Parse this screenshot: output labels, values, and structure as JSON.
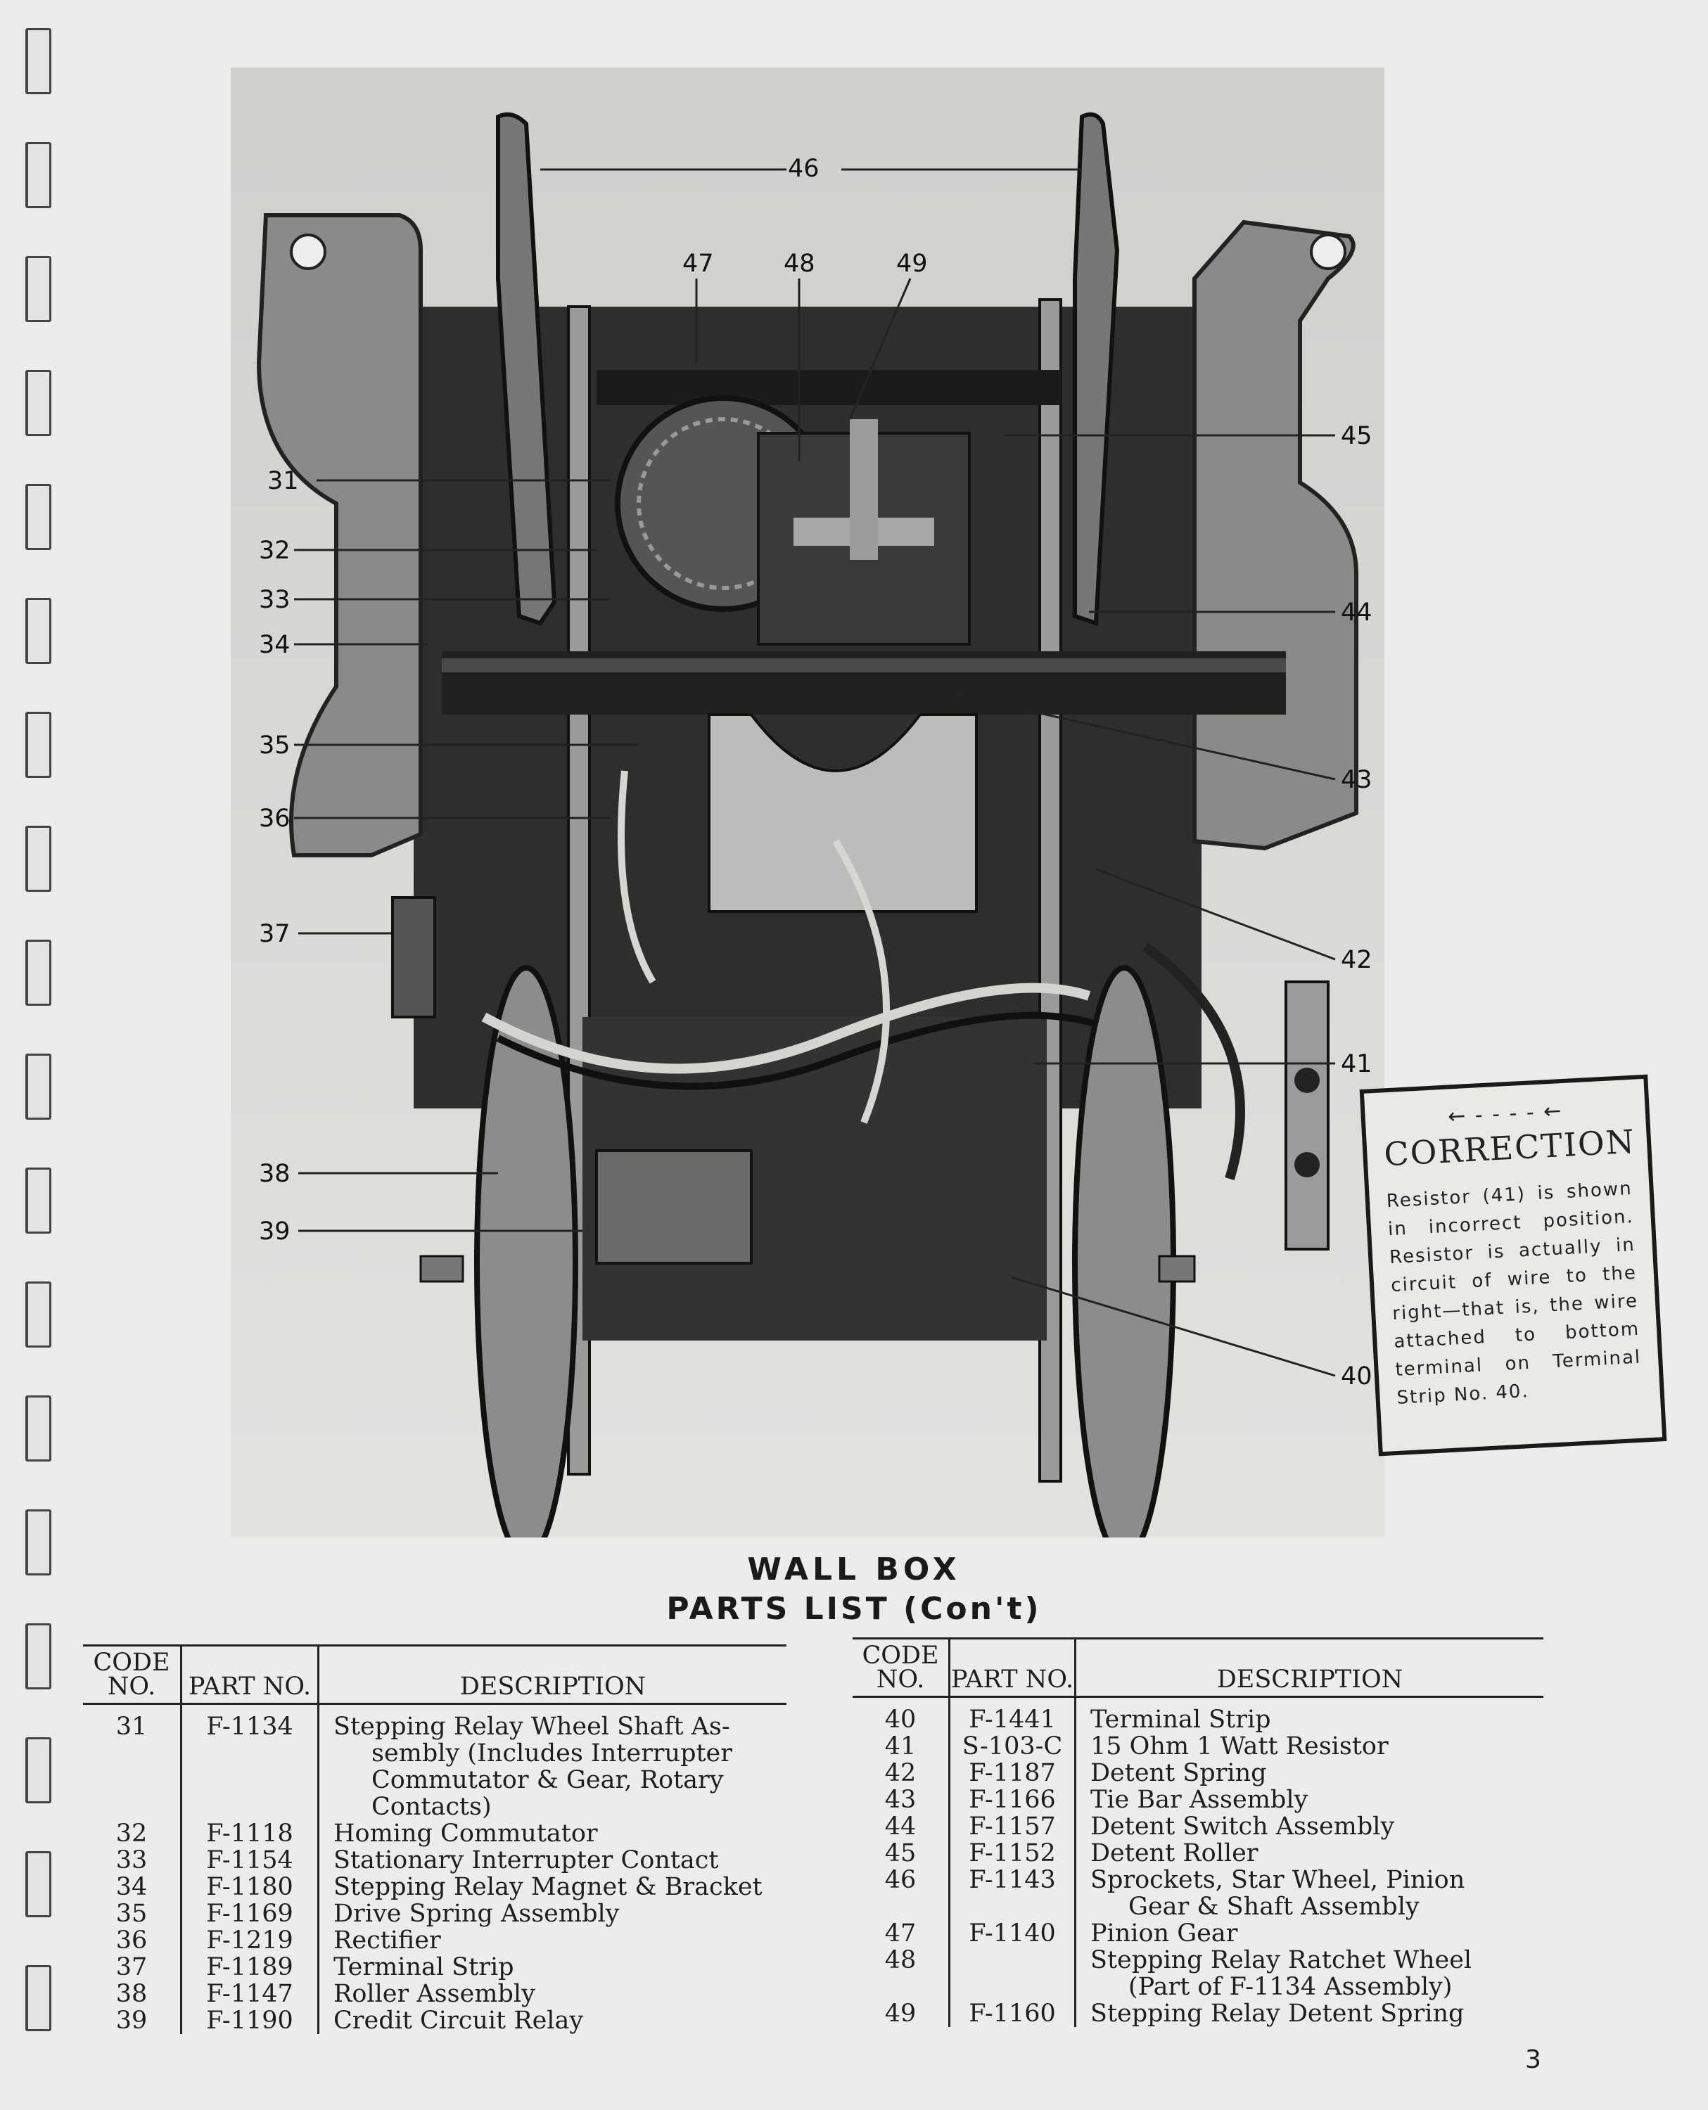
{
  "callouts": [
    "31",
    "32",
    "33",
    "34",
    "35",
    "36",
    "37",
    "38",
    "39",
    "40",
    "41",
    "42",
    "43",
    "44",
    "45",
    "46",
    "47",
    "48",
    "49"
  ],
  "correction": {
    "title": "CORRECTION",
    "text": "Resistor (41) is shown in incorrect position. Resistor is actually in circuit of wire to the right—that is, the wire attached to bottom terminal on Terminal Strip No. 40."
  },
  "heading": {
    "line1": "WALL BOX",
    "line2": "PARTS LIST (Con't)"
  },
  "table_left": {
    "headers": [
      "CODE NO.",
      "PART NO.",
      "DESCRIPTION"
    ],
    "rows": [
      {
        "code": "31",
        "part": "F-1134",
        "desc": [
          "Stepping Relay Wheel Shaft As-",
          "sembly (Includes Interrupter",
          "Commutator & Gear, Rotary",
          "Contacts)"
        ]
      },
      {
        "code": "32",
        "part": "F-1118",
        "desc": [
          "Homing Commutator"
        ]
      },
      {
        "code": "33",
        "part": "F-1154",
        "desc": [
          "Stationary Interrupter Contact"
        ]
      },
      {
        "code": "34",
        "part": "F-1180",
        "desc": [
          "Stepping Relay Magnet & Bracket"
        ]
      },
      {
        "code": "35",
        "part": "F-1169",
        "desc": [
          "Drive Spring Assembly"
        ]
      },
      {
        "code": "36",
        "part": "F-1219",
        "desc": [
          "Rectifier"
        ]
      },
      {
        "code": "37",
        "part": "F-1189",
        "desc": [
          "Terminal Strip"
        ]
      },
      {
        "code": "38",
        "part": "F-1147",
        "desc": [
          "Roller Assembly"
        ]
      },
      {
        "code": "39",
        "part": "F-1190",
        "desc": [
          "Credit Circuit Relay"
        ]
      }
    ]
  },
  "table_right": {
    "headers": [
      "CODE NO.",
      "PART NO.",
      "DESCRIPTION"
    ],
    "rows": [
      {
        "code": "40",
        "part": "F-1441",
        "desc": [
          "Terminal Strip"
        ]
      },
      {
        "code": "41",
        "part": "S-103-C",
        "desc": [
          "15 Ohm 1 Watt Resistor"
        ]
      },
      {
        "code": "42",
        "part": "F-1187",
        "desc": [
          "Detent Spring"
        ]
      },
      {
        "code": "43",
        "part": "F-1166",
        "desc": [
          "Tie Bar Assembly"
        ]
      },
      {
        "code": "44",
        "part": "F-1157",
        "desc": [
          "Detent Switch Assembly"
        ]
      },
      {
        "code": "45",
        "part": "F-1152",
        "desc": [
          "Detent Roller"
        ]
      },
      {
        "code": "46",
        "part": "F-1143",
        "desc": [
          "Sprockets, Star Wheel, Pinion",
          "Gear & Shaft Assembly"
        ]
      },
      {
        "code": "47",
        "part": "F-1140",
        "desc": [
          "Pinion Gear"
        ]
      },
      {
        "code": "48",
        "part": "",
        "desc": [
          "Stepping Relay Ratchet Wheel",
          "(Part of F-1134 Assembly)"
        ]
      },
      {
        "code": "49",
        "part": "F-1160",
        "desc": [
          "Stepping Relay Detent Spring"
        ]
      }
    ]
  },
  "page_number": "3"
}
